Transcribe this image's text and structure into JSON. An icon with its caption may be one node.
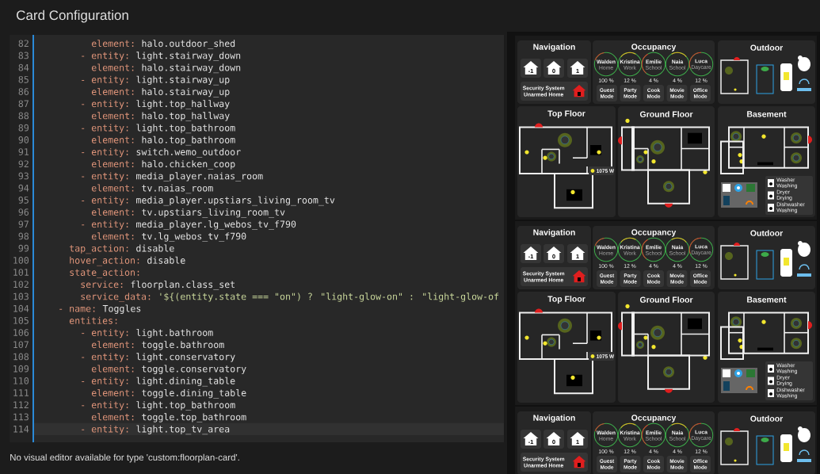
{
  "diagram": {
    "title": "Card Configuration",
    "nodes": [
      {
        "text": [
          "Navigation"
        ]
      },
      {
        "text": [
          "-1"
        ],
        "in": 0
      },
      {
        "text": [
          "0"
        ],
        "in": 0
      },
      {
        "text": [
          "1"
        ],
        "in": 0
      },
      {
        "text": [
          "Security System",
          "Unarmed Home"
        ],
        "in": 0
      },
      {
        "text": [
          "Occupancy"
        ]
      },
      {
        "text": [
          "Walden",
          "Home",
          "100 %"
        ],
        "in": 5
      },
      {
        "text": [
          "Kristina",
          "Work",
          "12 %"
        ],
        "in": 5
      },
      {
        "text": [
          "Emilie",
          "School",
          "4 %"
        ],
        "in": 5
      },
      {
        "text": [
          "Naia",
          "School",
          "4 %"
        ],
        "in": 5
      },
      {
        "text": [
          "Luca",
          "Daycare",
          "12 %"
        ],
        "in": 5
      },
      {
        "text": [
          "Guest Mode"
        ],
        "in": 5
      },
      {
        "text": [
          "Party Mode"
        ],
        "in": 5
      },
      {
        "text": [
          "Cook Mode"
        ],
        "in": 5
      },
      {
        "text": [
          "Movie Mode"
        ],
        "in": 5
      },
      {
        "text": [
          "Office Mode"
        ],
        "in": 5
      },
      {
        "text": [
          "Outdoor"
        ]
      },
      {
        "text": [
          "Top Floor"
        ]
      },
      {
        "text": [
          "1075 W"
        ],
        "in": 17
      },
      {
        "text": [
          "Ground Floor"
        ]
      },
      {
        "text": [
          "Basement"
        ]
      },
      {
        "text": [
          "Washer Washing",
          "Dryer Drying",
          "Dishwasher Washing"
        ],
        "in": 20
      },
      {
        "text": [
          "Navigation"
        ]
      },
      {
        "text": [
          "-1"
        ],
        "in": 22
      },
      {
        "text": [
          "0"
        ],
        "in": 22
      },
      {
        "text": [
          "1"
        ],
        "in": 22
      },
      {
        "text": [
          "Security System",
          "Unarmed Home"
        ],
        "in": 22
      },
      {
        "text": [
          "Occupancy"
        ]
      },
      {
        "text": [
          "Walden",
          "Home",
          "100 %"
        ],
        "in": 27
      },
      {
        "text": [
          "Kristina",
          "Work",
          "12 %"
        ],
        "in": 27
      },
      {
        "text": [
          "Emilie",
          "School",
          "4 %"
        ],
        "in": 27
      },
      {
        "text": [
          "Naia",
          "School",
          "4 %"
        ],
        "in": 27
      },
      {
        "text": [
          "Luca",
          "Daycare",
          "12 %"
        ],
        "in": 27
      },
      {
        "text": [
          "Guest Mode"
        ],
        "in": 27
      },
      {
        "text": [
          "Party Mode"
        ],
        "in": 27
      },
      {
        "text": [
          "Cook Mode"
        ],
        "in": 27
      },
      {
        "text": [
          "Movie Mode"
        ],
        "in": 27
      },
      {
        "text": [
          "Office Mode"
        ],
        "in": 27
      },
      {
        "text": [
          "Outdoor"
        ]
      },
      {
        "text": [
          "Top Floor"
        ]
      },
      {
        "text": [
          "1075 W"
        ],
        "in": 39
      },
      {
        "text": [
          "Ground Floor"
        ]
      },
      {
        "text": [
          "Basement"
        ]
      },
      {
        "text": [
          "Washer Washing",
          "Dryer Drying",
          "Dishwasher Washing"
        ],
        "in": 42
      },
      {
        "text": [
          "Navigation"
        ]
      },
      {
        "text": [
          "-1"
        ],
        "in": 44
      },
      {
        "text": [
          "0"
        ],
        "in": 44
      },
      {
        "text": [
          "1"
        ],
        "in": 44
      },
      {
        "text": [
          "Security System",
          "Unarmed Home"
        ],
        "in": 44
      },
      {
        "text": [
          "Occupancy"
        ]
      },
      {
        "text": [
          "Walden",
          "Home",
          "100 %"
        ],
        "in": 49
      },
      {
        "text": [
          "Kristina",
          "Work",
          "12 %"
        ],
        "in": 49
      },
      {
        "text": [
          "Emilie",
          "School",
          "4 %"
        ],
        "in": 49
      },
      {
        "text": [
          "Naia",
          "School",
          "4 %"
        ],
        "in": 49
      },
      {
        "text": [
          "Luca",
          "Daycare",
          "12 %"
        ],
        "in": 49
      },
      {
        "text": [
          "Guest Mode"
        ],
        "in": 49
      },
      {
        "text": [
          "Party Mode"
        ],
        "in": 49
      },
      {
        "text": [
          "Cook Mode"
        ],
        "in": 49
      },
      {
        "text": [
          "Movie Mode"
        ],
        "in": 49
      },
      {
        "text": [
          "Office Mode"
        ],
        "in": 49
      },
      {
        "text": [
          "Outdoor"
        ]
      }
    ],
    "labels": [
      "82",
      "element:",
      "halo.outdoor_shed",
      "83",
      "- entity:",
      "light.stairway_down",
      "84",
      "element:",
      "halo.stairway_down",
      "85",
      "- entity:",
      "light.stairway_up",
      "86",
      "element:",
      "halo.stairway_up",
      "87",
      "- entity:",
      "light.top_hallway",
      "88",
      "element:",
      "halo.top_hallway",
      "89",
      "- entity:",
      "light.top_bathroom",
      "90",
      "element:",
      "halo.top_bathroom",
      "91",
      "- entity:",
      "switch.wemo_outdoor",
      "92",
      "element:",
      "halo.chicken_coop",
      "93",
      "- entity:",
      "media_player.naias_room",
      "94",
      "element:",
      "tv.naias_room",
      "95",
      "- entity:",
      "media_player.upstiars_living_room_tv",
      "96",
      "element:",
      "tv.upstiars_living_room_tv",
      "97",
      "- entity:",
      "media_player.lg_webos_tv_f790",
      "98",
      "element:",
      "tv.lg_webos_tv_f790",
      "99",
      "tap_action:",
      "disable",
      "100",
      "hover_action:",
      "disable",
      "101",
      "state_action:",
      "102",
      "service:",
      "floorplan.class_set",
      "103",
      "service_data:",
      "'${(entity.state === \"on\") ? \"light-glow-on\" : \"light-glow-of",
      "104",
      "- name:",
      "Toggles",
      "105",
      "entities:",
      "106",
      "- entity:",
      "light.bathroom",
      "107",
      "element:",
      "toggle.bathroom",
      "108",
      "- entity:",
      "light.conservatory",
      "109",
      "element:",
      "toggle.conservatory",
      "110",
      "- entity:",
      "light.dining_table",
      "111",
      "element:",
      "toggle.dining_table",
      "112",
      "- entity:",
      "light.top_bathroom",
      "113",
      "element:",
      "toggle.top_bathroom",
      "114",
      "- entity:",
      "light.top_tv_area",
      "No visual editor available for type 'custom:floorplan-card'."
    ]
  }
}
